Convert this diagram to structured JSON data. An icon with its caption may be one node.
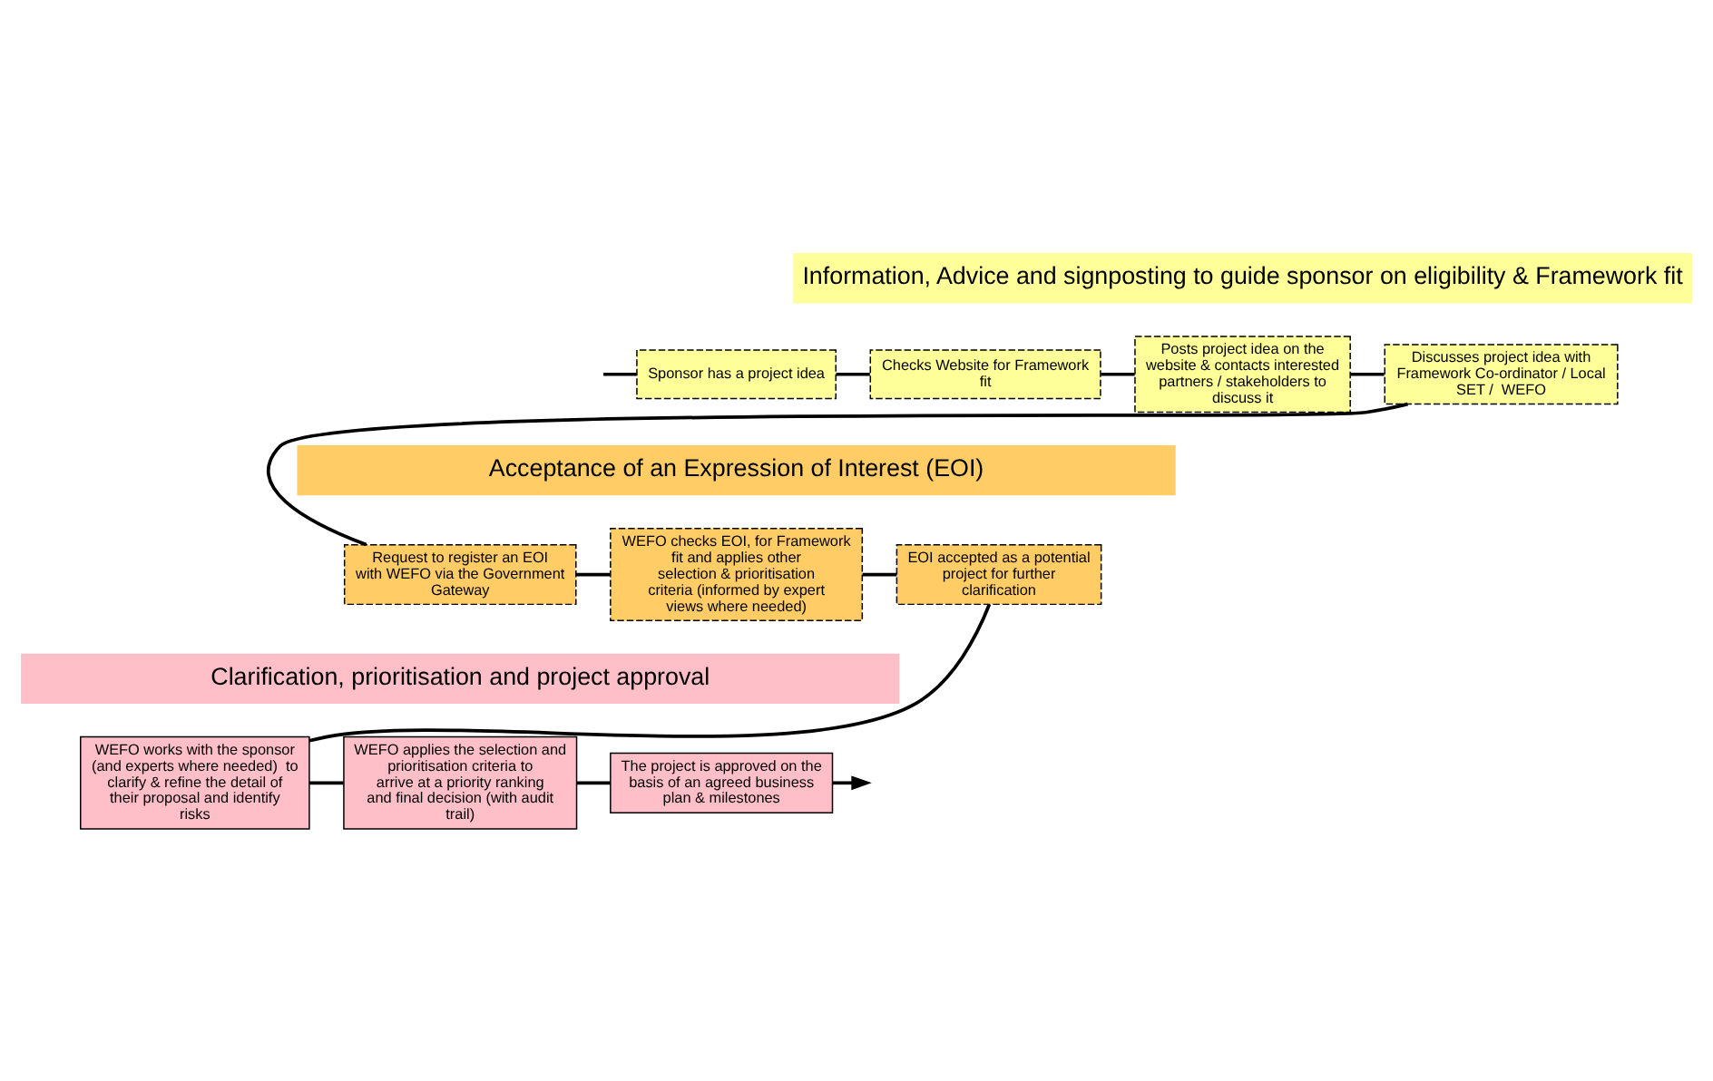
{
  "diagram": {
    "nodes": [
      {
        "text": [
          "Information, Advice and signposting to guide sponsor on eligibility & Framework fit"
        ]
      },
      {
        "text": [
          "Sponsor has a project idea"
        ]
      },
      {
        "text": [
          "Checks Website for Framework fit"
        ]
      },
      {
        "text": [
          "Posts project idea on the website & contacts interested partners / stakeholders to discuss it"
        ]
      },
      {
        "text": [
          "Discusses project idea with Framework Co-ordinator / Local SET /  WEFO"
        ]
      },
      {
        "text": [
          "Acceptance of an Expression of Interest (EOI)"
        ]
      },
      {
        "text": [
          "Request to register an EOI with WEFO via the Government Gateway"
        ]
      },
      {
        "text": [
          "WEFO checks EOI, for Framework fit and applies other selection & prioritisation criteria (informed by expert views where needed)"
        ]
      },
      {
        "text": [
          "EOI accepted as a potential project for further clarification"
        ]
      },
      {
        "text": [
          "Clarification, prioritisation and project approval"
        ]
      },
      {
        "text": [
          "WEFO works with the sponsor (and experts where needed)  to clarify & refine the detail of their proposal and identify risks"
        ]
      },
      {
        "text": [
          "WEFO applies the selection and prioritisation criteria to arrive at a priority ranking and final decision (with audit trail)"
        ]
      },
      {
        "text": [
          "The project is approved on the basis of an agreed business plan & milestones"
        ]
      }
    ],
    "edges": [
      {
        "from": null,
        "to": 1,
        "arrow": "none"
      },
      {
        "from": 1,
        "to": 2,
        "arrow": "none"
      },
      {
        "from": 2,
        "to": 3,
        "arrow": "none"
      },
      {
        "from": 3,
        "to": 4,
        "arrow": "none"
      },
      {
        "from": 4,
        "to": 6,
        "arrow": "none"
      },
      {
        "from": 6,
        "to": 7,
        "arrow": "none"
      },
      {
        "from": 7,
        "to": 8,
        "arrow": "none"
      },
      {
        "from": 8,
        "to": 10,
        "arrow": "none"
      },
      {
        "from": 10,
        "to": 11,
        "arrow": "none"
      },
      {
        "from": 11,
        "to": 12,
        "arrow": "none"
      },
      {
        "from": 12,
        "to": null,
        "arrow": "to"
      }
    ]
  }
}
